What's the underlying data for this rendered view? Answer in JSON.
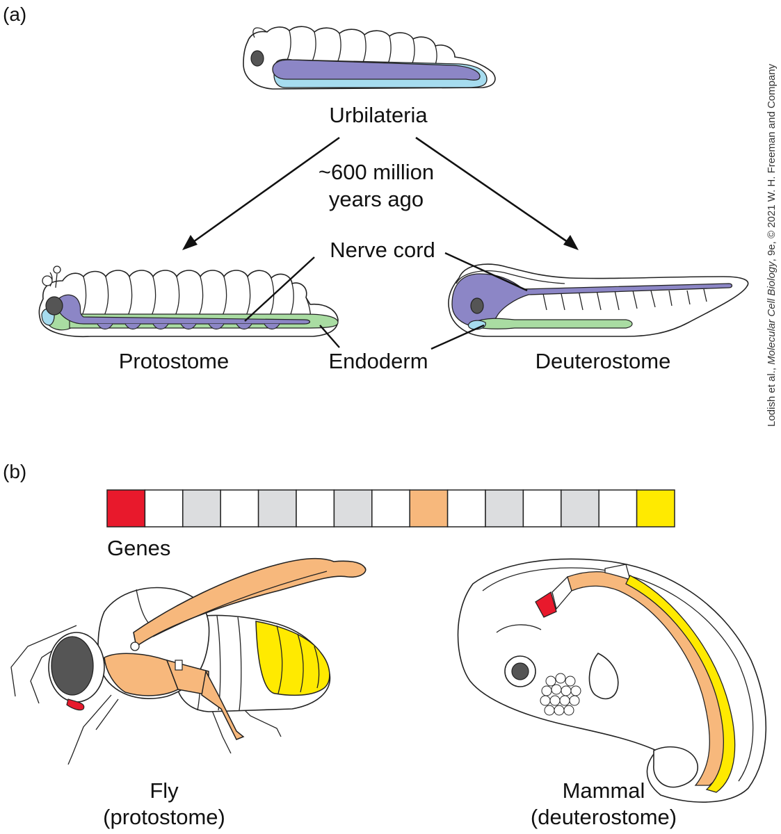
{
  "panels": {
    "a": "(a)",
    "b": "(b)"
  },
  "labels": {
    "ancestor": "Urbilateria",
    "time_line1": "~600 million",
    "time_line2": "years ago",
    "nerve_cord": "Nerve cord",
    "endoderm": "Endoderm",
    "protostome": "Protostome",
    "deuterostome": "Deuterostome",
    "genes": "Genes",
    "fly_line1": "Fly",
    "fly_line2": "(protostome)",
    "mammal_line1": "Mammal",
    "mammal_line2": "(deuterostome)"
  },
  "credit": {
    "pre": "Lodish et al., ",
    "book": "Molecular Cell Biology",
    "post": ", 9e, © 2021 W. H. Freeman and Company"
  },
  "gene_boxes": [
    "#e8192c",
    "#ffffff",
    "#dcdddf",
    "#ffffff",
    "#dcdddf",
    "#ffffff",
    "#dcdddf",
    "#ffffff",
    "#f7b87c",
    "#ffffff",
    "#dcdddf",
    "#ffffff",
    "#dcdddf",
    "#ffffff",
    "#ffea00"
  ],
  "colors": {
    "nerve": "#8c86c6",
    "endoderm": "#a9dca2",
    "gut": "#a6dcef",
    "eye": "#555555",
    "head_gene": "#e8192c",
    "thorax_gene": "#f7b87c",
    "abdomen_gene": "#ffea00"
  }
}
